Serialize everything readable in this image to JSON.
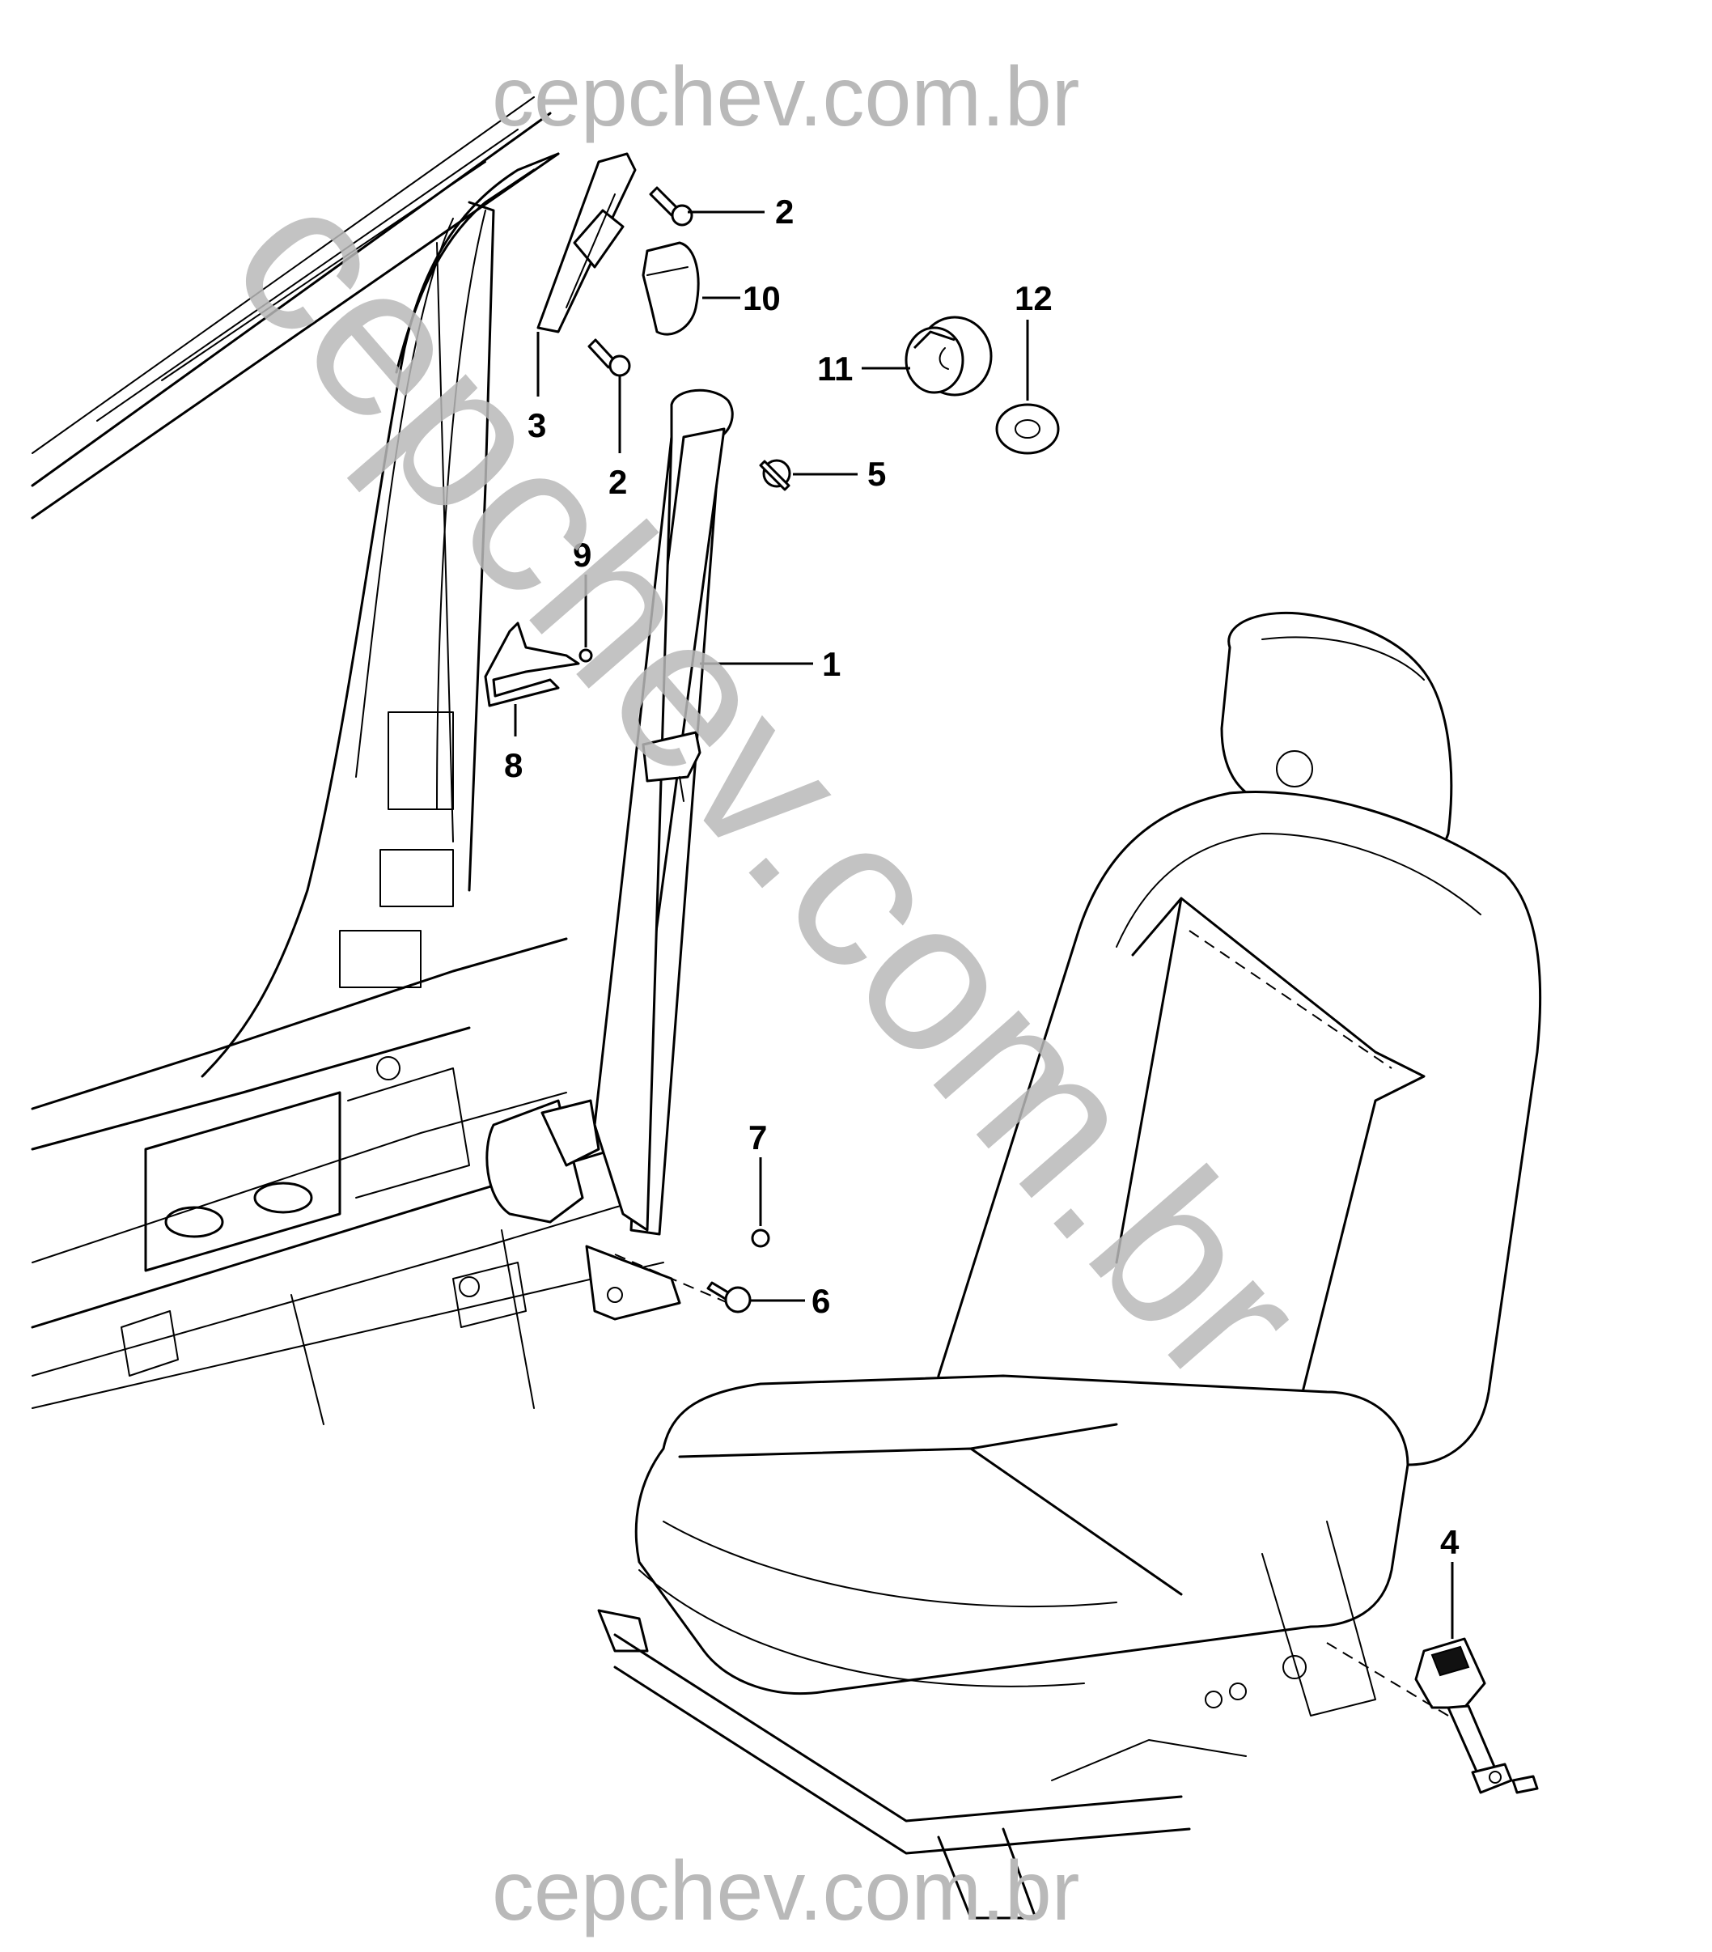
{
  "watermark": {
    "top": "cepchev.com.br",
    "bottom": "cepchev.com.br",
    "diagonal": "cepchev.com.br"
  },
  "callouts": [
    {
      "id": "c1",
      "label": "1"
    },
    {
      "id": "c2a",
      "label": "2"
    },
    {
      "id": "c2b",
      "label": "2"
    },
    {
      "id": "c3",
      "label": "3"
    },
    {
      "id": "c4",
      "label": "4"
    },
    {
      "id": "c5",
      "label": "5"
    },
    {
      "id": "c6",
      "label": "6"
    },
    {
      "id": "c7",
      "label": "7"
    },
    {
      "id": "c8",
      "label": "8"
    },
    {
      "id": "c9",
      "label": "9"
    },
    {
      "id": "c10",
      "label": "10"
    },
    {
      "id": "c11",
      "label": "11"
    },
    {
      "id": "c12",
      "label": "12"
    }
  ]
}
